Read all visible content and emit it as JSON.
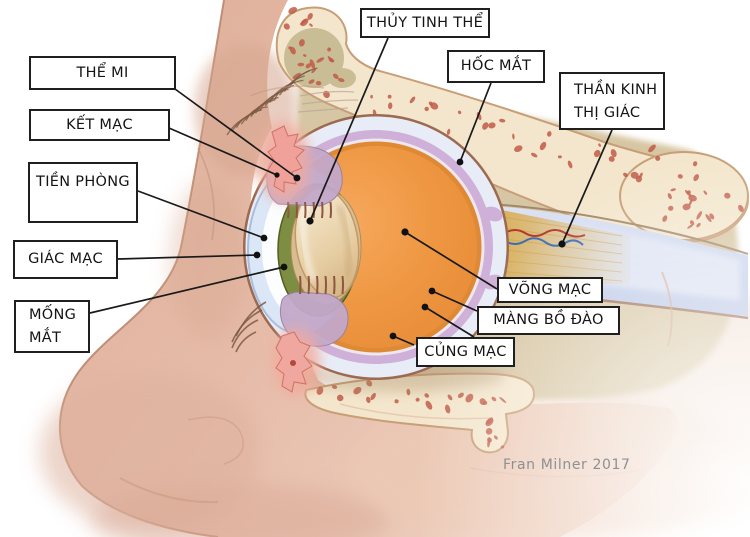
{
  "diagram": {
    "title_implicit": "Eye anatomy cross-section",
    "credit": "Fran Milner 2017",
    "labels": {
      "thuy_tinh_the": "THỦY TINH THỂ",
      "the_mi": "THỂ MI",
      "ket_mac": "KẾT MẠC",
      "tien_phong": "TIỀN PHÒNG",
      "giac_mac": "GIÁC MẠC",
      "mong_mat": "MỐNG MẮT",
      "hoc_mat": "HỐC MẮT",
      "than_kinh_thi_giac": "THẦN KINH THỊ GIÁC",
      "vong_mac": "VÕNG MẠC",
      "mang_bo_dao": "MÀNG BỒ ĐÀO",
      "cung_mac": "CỦNG MẠC"
    }
  },
  "colors": {
    "background": "#ffffff",
    "skin": "#e2b6a2",
    "skin_shadow": "#d6a68f",
    "cheek_pink": "#ecc9b4",
    "bone": "#f3e6cc",
    "bone_outline": "#c79e76",
    "bone_spongy": "#c05a47",
    "bone_dense": "#c9bd96",
    "orbit_fat": "#d7c6a3",
    "outline_brown": "#9c6a50",
    "sclera": "#e8ecf7",
    "uvea": "#cfb0d8",
    "retina": "#de8a34",
    "vitreous": "#ed9440",
    "cornea": "#dbe7f6",
    "anterior_chamber": "#fbfdff",
    "iris_green": "#7d8d41",
    "ciliary_beige": "#d9bd92",
    "ciliary_mauve": "#c3a8ca",
    "lens": "#ecd9b4",
    "lens_edge": "#bf9a66",
    "optic_nerve": "#c9d3ec",
    "nerve_outline": "#a2886a",
    "nerve_fibers": "#d9ab4e",
    "vessel_red": "#b5392b",
    "vessel_blue": "#3c6cb0",
    "tissue_pink": "#f0a19a",
    "tissue_pink_edge": "#cf7265",
    "hair_brown": "#7c5a42",
    "leader_line": "#1a1a1a",
    "label_border": "#1f1f1f",
    "label_bg": "#ffffff",
    "label_text": "#141414",
    "credit_gray": "#8f9094"
  }
}
